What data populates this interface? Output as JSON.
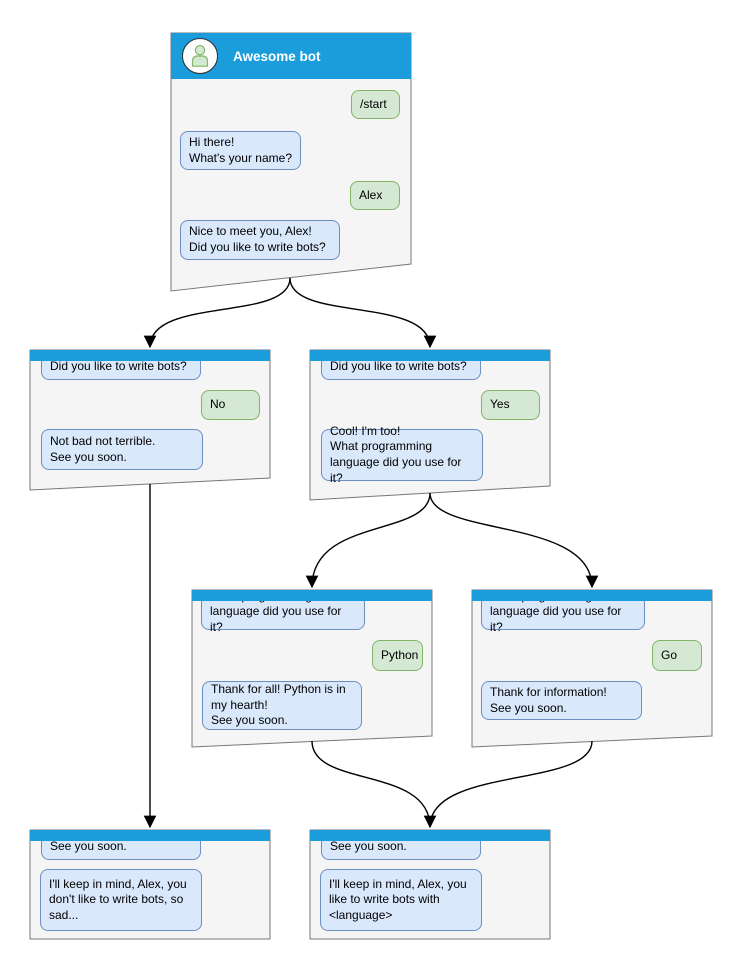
{
  "diagram": {
    "kind": "chatbot-conversation-flowchart",
    "palette": {
      "header_blue": "#1C9DDB",
      "window_fill": "#F5F5F5",
      "window_border": "#777777",
      "bot_bubble_fill": "#DAE8FC",
      "bot_bubble_border": "#6C8EBF",
      "user_bubble_fill": "#D5E8D4",
      "user_bubble_border": "#82B366",
      "arrow_color": "#000000",
      "avatar_icon": "person-icon"
    },
    "edges": [
      {
        "from": "awesome-bot",
        "to": "no-branch"
      },
      {
        "from": "awesome-bot",
        "to": "yes-branch"
      },
      {
        "from": "yes-branch",
        "to": "python-branch"
      },
      {
        "from": "yes-branch",
        "to": "go-branch"
      },
      {
        "from": "no-branch",
        "to": "sad-ending"
      },
      {
        "from": "python-branch",
        "to": "happy-ending"
      },
      {
        "from": "go-branch",
        "to": "happy-ending"
      }
    ]
  },
  "windows": [
    {
      "id": "awesome-bot",
      "title": "Awesome bot",
      "messages": [
        {
          "from": "user",
          "text": "/start"
        },
        {
          "from": "bot",
          "text": "Hi there!\nWhat's your name?"
        },
        {
          "from": "user",
          "text": "Alex"
        },
        {
          "from": "bot",
          "text": "Nice to meet you, Alex!\nDid you like to write bots?"
        }
      ]
    },
    {
      "id": "no-branch",
      "messages": [
        {
          "from": "bot",
          "text": "Did you like to write bots?"
        },
        {
          "from": "user",
          "text": "No"
        },
        {
          "from": "bot",
          "text": "Not bad not terrible.\nSee you soon."
        }
      ]
    },
    {
      "id": "yes-branch",
      "messages": [
        {
          "from": "bot",
          "text": "Did you like to write bots?"
        },
        {
          "from": "user",
          "text": "Yes"
        },
        {
          "from": "bot",
          "text": "Cool! I'm too!\nWhat programming\nlanguage did you use for it?"
        }
      ]
    },
    {
      "id": "python-branch",
      "messages": [
        {
          "from": "bot",
          "text": "What programming\nlanguage did you use for it?"
        },
        {
          "from": "user",
          "text": "Python"
        },
        {
          "from": "bot",
          "text": "Thank for all! Python is in\nmy hearth!\nSee you soon."
        }
      ]
    },
    {
      "id": "go-branch",
      "messages": [
        {
          "from": "bot",
          "text": "What programming\nlanguage did you use for it?"
        },
        {
          "from": "user",
          "text": "Go"
        },
        {
          "from": "bot",
          "text": "Thank for information!\nSee you soon."
        }
      ]
    },
    {
      "id": "sad-ending",
      "messages": [
        {
          "from": "bot",
          "text": "See you soon."
        },
        {
          "from": "bot",
          "text": "I'll keep in mind, Alex, you\ndon't like to write bots, so\nsad..."
        }
      ]
    },
    {
      "id": "happy-ending",
      "messages": [
        {
          "from": "bot",
          "text": "See you soon."
        },
        {
          "from": "bot",
          "text": "I'll keep in mind, Alex, you\nlike to write bots with\n<language>"
        }
      ]
    }
  ]
}
